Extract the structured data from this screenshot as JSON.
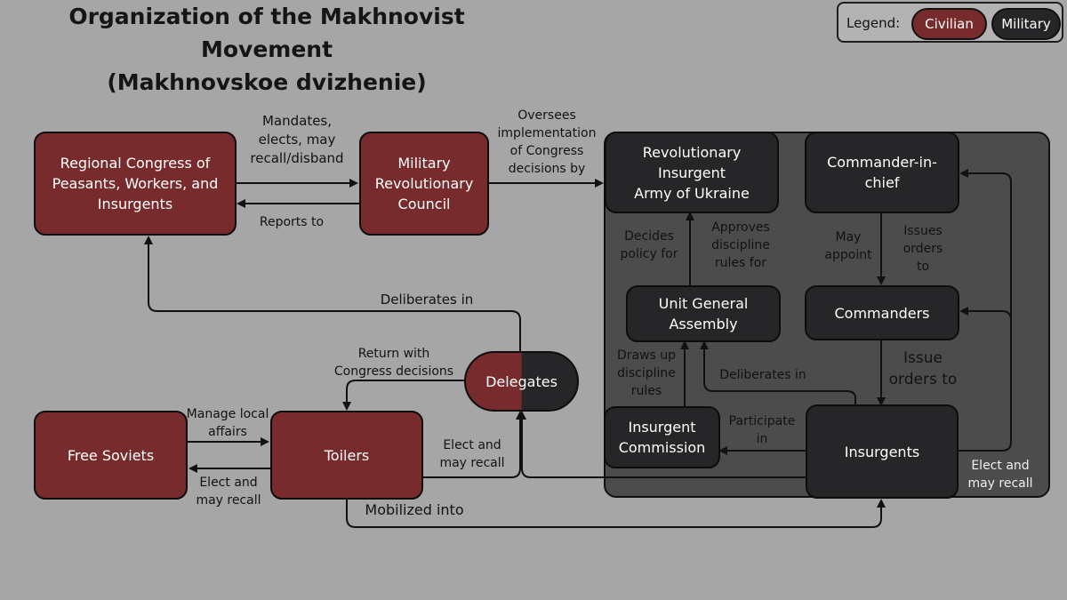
{
  "title": {
    "line1": "Organization of the Makhnovist Movement",
    "line2": "(Makhnovskoe dvizhenie)"
  },
  "legend": {
    "label": "Legend:",
    "civilian": "Civilian",
    "military": "Military"
  },
  "colors": {
    "civilian": "#782b2d",
    "military": "#262528",
    "background": "#a6a6a6",
    "panel": "#4c4c4c"
  },
  "nodes": {
    "regional_congress": "Regional Congress of\nPeasants, Workers, and\nInsurgents",
    "military_revolutionary_council": "Military\nRevolutionary\nCouncil",
    "army": "Revolutionary\nInsurgent\nArmy of Ukraine",
    "commander_in_chief": "Commander-in-\nchief",
    "unit_general_assembly": "Unit General\nAssembly",
    "commanders": "Commanders",
    "delegates": "Delegates",
    "insurgent_commission": "Insurgent\nCommission",
    "insurgents": "Insurgents",
    "free_soviets": "Free Soviets",
    "toilers": "Toilers"
  },
  "edge_labels": {
    "mandates": "Mandates,\nelects, may\nrecall/disband",
    "reports_to": "Reports to",
    "oversees": "Oversees\nimplementation\nof Congress\ndecisions by",
    "decides_policy": "Decides\npolicy for",
    "approves_discipline": "Approves\ndiscipline\nrules for",
    "may_appoint": "May\nappoint",
    "issues_orders_to": "Issues\norders\nto",
    "deliberates_in_congress": "Deliberates in",
    "return_with": "Return with\nCongress decisions",
    "draws_up": "Draws up\ndiscipline\nrules",
    "deliberates_in_assembly": "Deliberates in",
    "issue_orders_to": "Issue\norders to",
    "participate_in": "Participate\nin",
    "elect_recall_insurgents": "Elect and\nmay recall",
    "manage_local": "Manage local\naffairs",
    "elect_recall_soviets": "Elect and\nmay recall",
    "elect_recall_delegates": "Elect and\nmay recall",
    "mobilized_into": "Mobilized into"
  }
}
